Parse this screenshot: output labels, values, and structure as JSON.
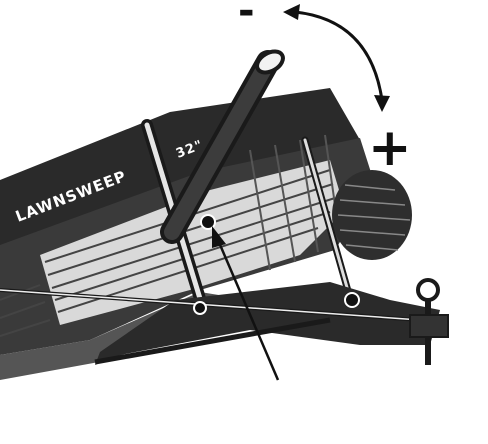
{
  "diagram": {
    "brand_text": "LAWNSWEEP",
    "model_text": "32\"",
    "minus_sign": "-",
    "plus_sign": "+",
    "ink_color": "#1a1a1a",
    "paper_color": "#ffffff",
    "icons": [
      "adjustment-arc-arrow",
      "pointer-arrow"
    ]
  }
}
